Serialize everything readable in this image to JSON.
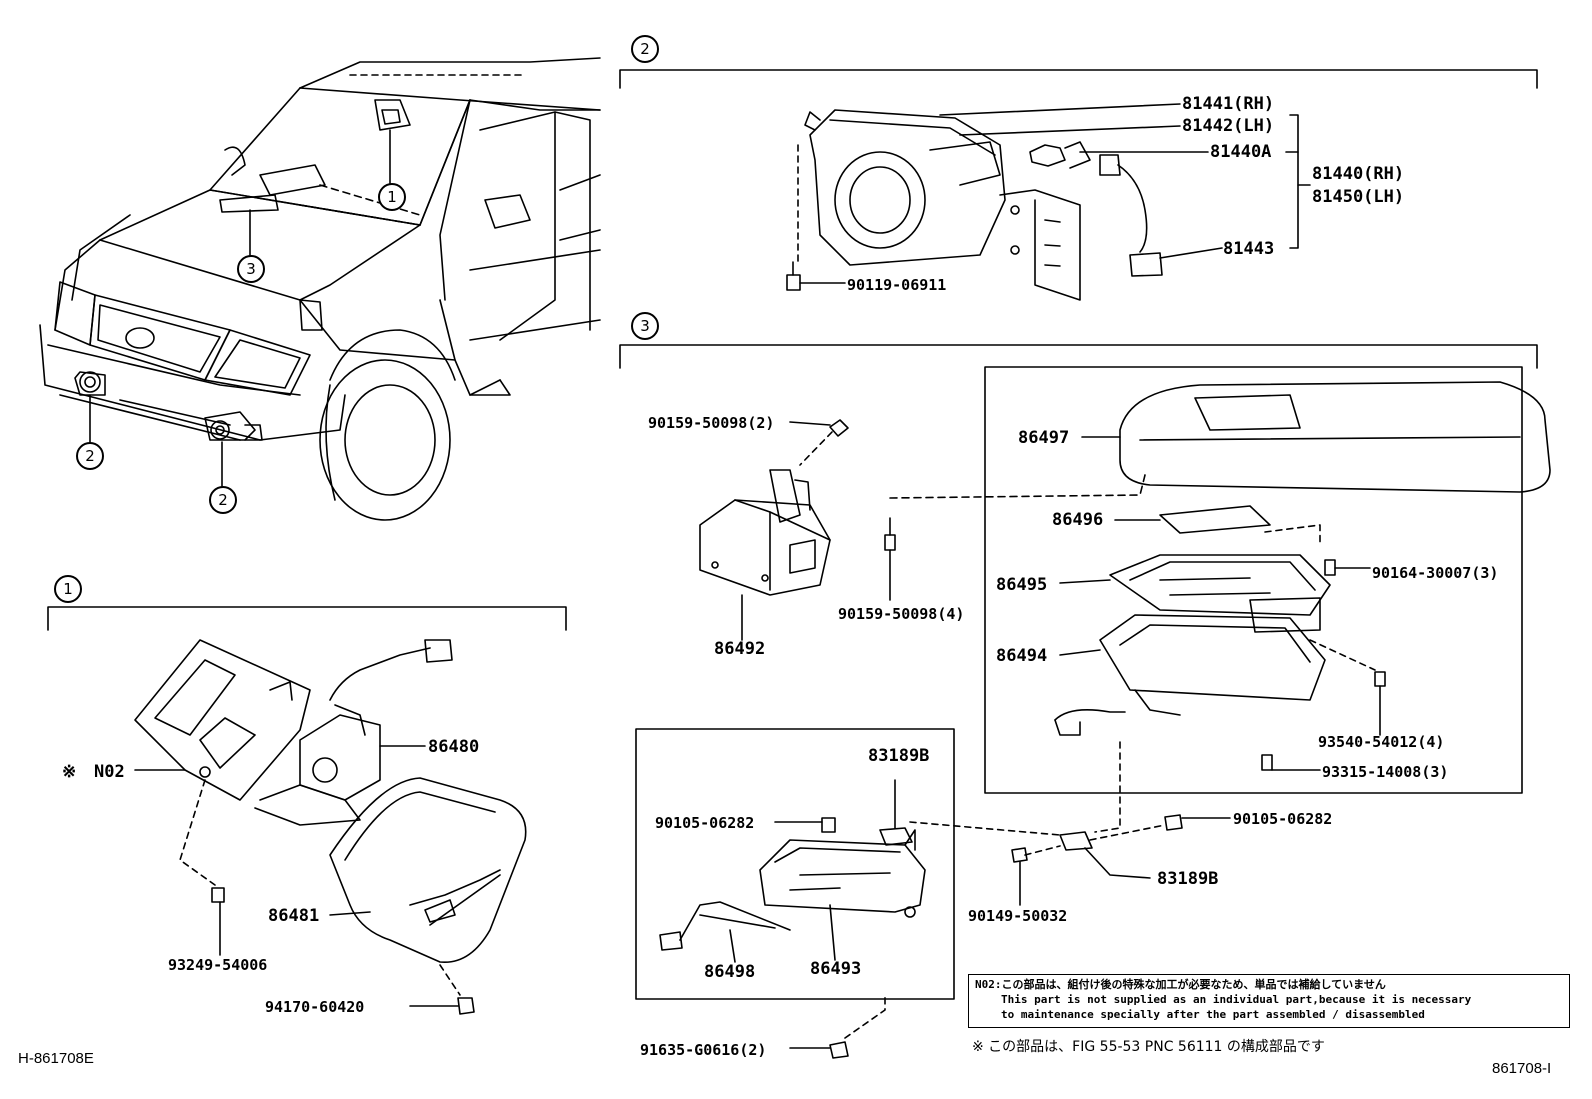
{
  "callouts": {
    "c1_top": "1",
    "c3_top": "3",
    "c2_left": "2",
    "c2_right": "2",
    "sec1": "1",
    "sec2": "2",
    "sec3": "3"
  },
  "labels": {
    "p81441": "81441(RH)",
    "p81442": "81442(LH)",
    "p81440A": "81440A",
    "p81440": "81440(RH)",
    "p81450": "81450(LH)",
    "p81443": "81443",
    "p90119": "90119-06911",
    "p90159a": "90159-50098(2)",
    "p86497": "86497",
    "p86496": "86496",
    "p86495": "86495",
    "p86494": "86494",
    "p86492": "86492",
    "p90159b": "90159-50098(4)",
    "p90164": "90164-30007(3)",
    "p93540": "93540-54012(4)",
    "p93315": "93315-14008(3)",
    "p83189a": "83189B",
    "p90105a": "90105-06282",
    "p90105b": "90105-06282",
    "p83189b": "83189B",
    "p90149": "90149-50032",
    "p86498": "86498",
    "p86493": "86493",
    "p91635": "91635-G0616(2)",
    "pN02_mark": "※",
    "pN02": "N02",
    "p86480": "86480",
    "p86481": "86481",
    "p93249": "93249-54006",
    "p94170": "94170-60420"
  },
  "note": {
    "line1": "N02:この部品は、組付け後の特殊な加工が必要なため、単品では補給していません",
    "line2": "This part is not supplied as an individual part,because it is necessary",
    "line3": "to maintenance specially after the part assembled / disassembled"
  },
  "footnote": "※  この部品は、FIG 55-53 PNC 56111 の構成部品です",
  "codes": {
    "left": "H-861708E",
    "right": "861708-I"
  }
}
